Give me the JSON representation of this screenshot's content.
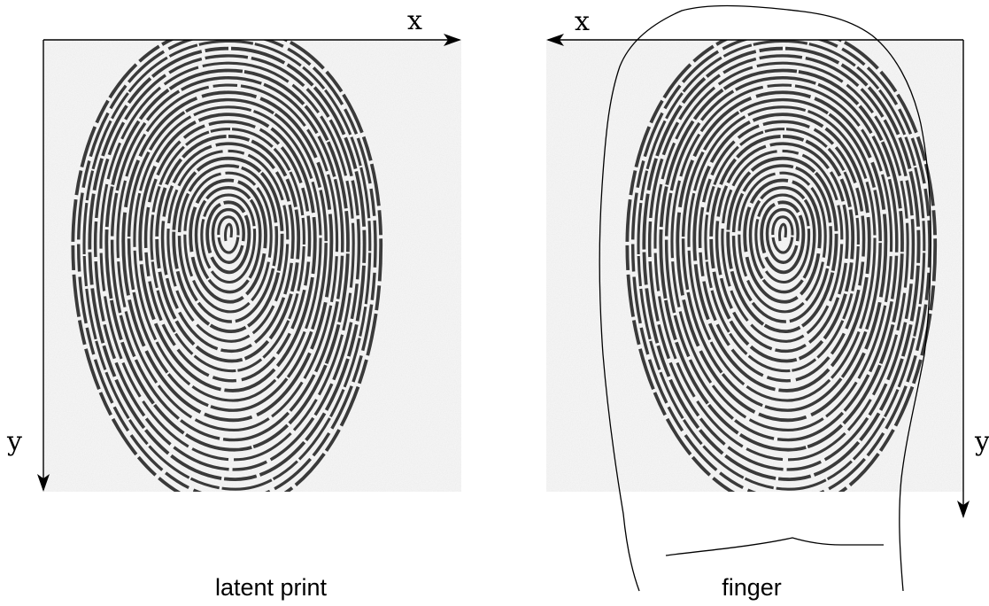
{
  "left_panel": {
    "caption": "latent print",
    "x_axis_label": "x",
    "y_axis_label": "y",
    "x_axis_direction": "right",
    "y_axis_direction": "down"
  },
  "right_panel": {
    "caption": "finger",
    "x_axis_label": "x",
    "y_axis_label": "y",
    "x_axis_direction": "left",
    "y_axis_direction": "down",
    "mirrored": true
  },
  "colors": {
    "ink": "#000000",
    "ridge": "#3a3a3a",
    "paper": "#f3f3f3"
  }
}
